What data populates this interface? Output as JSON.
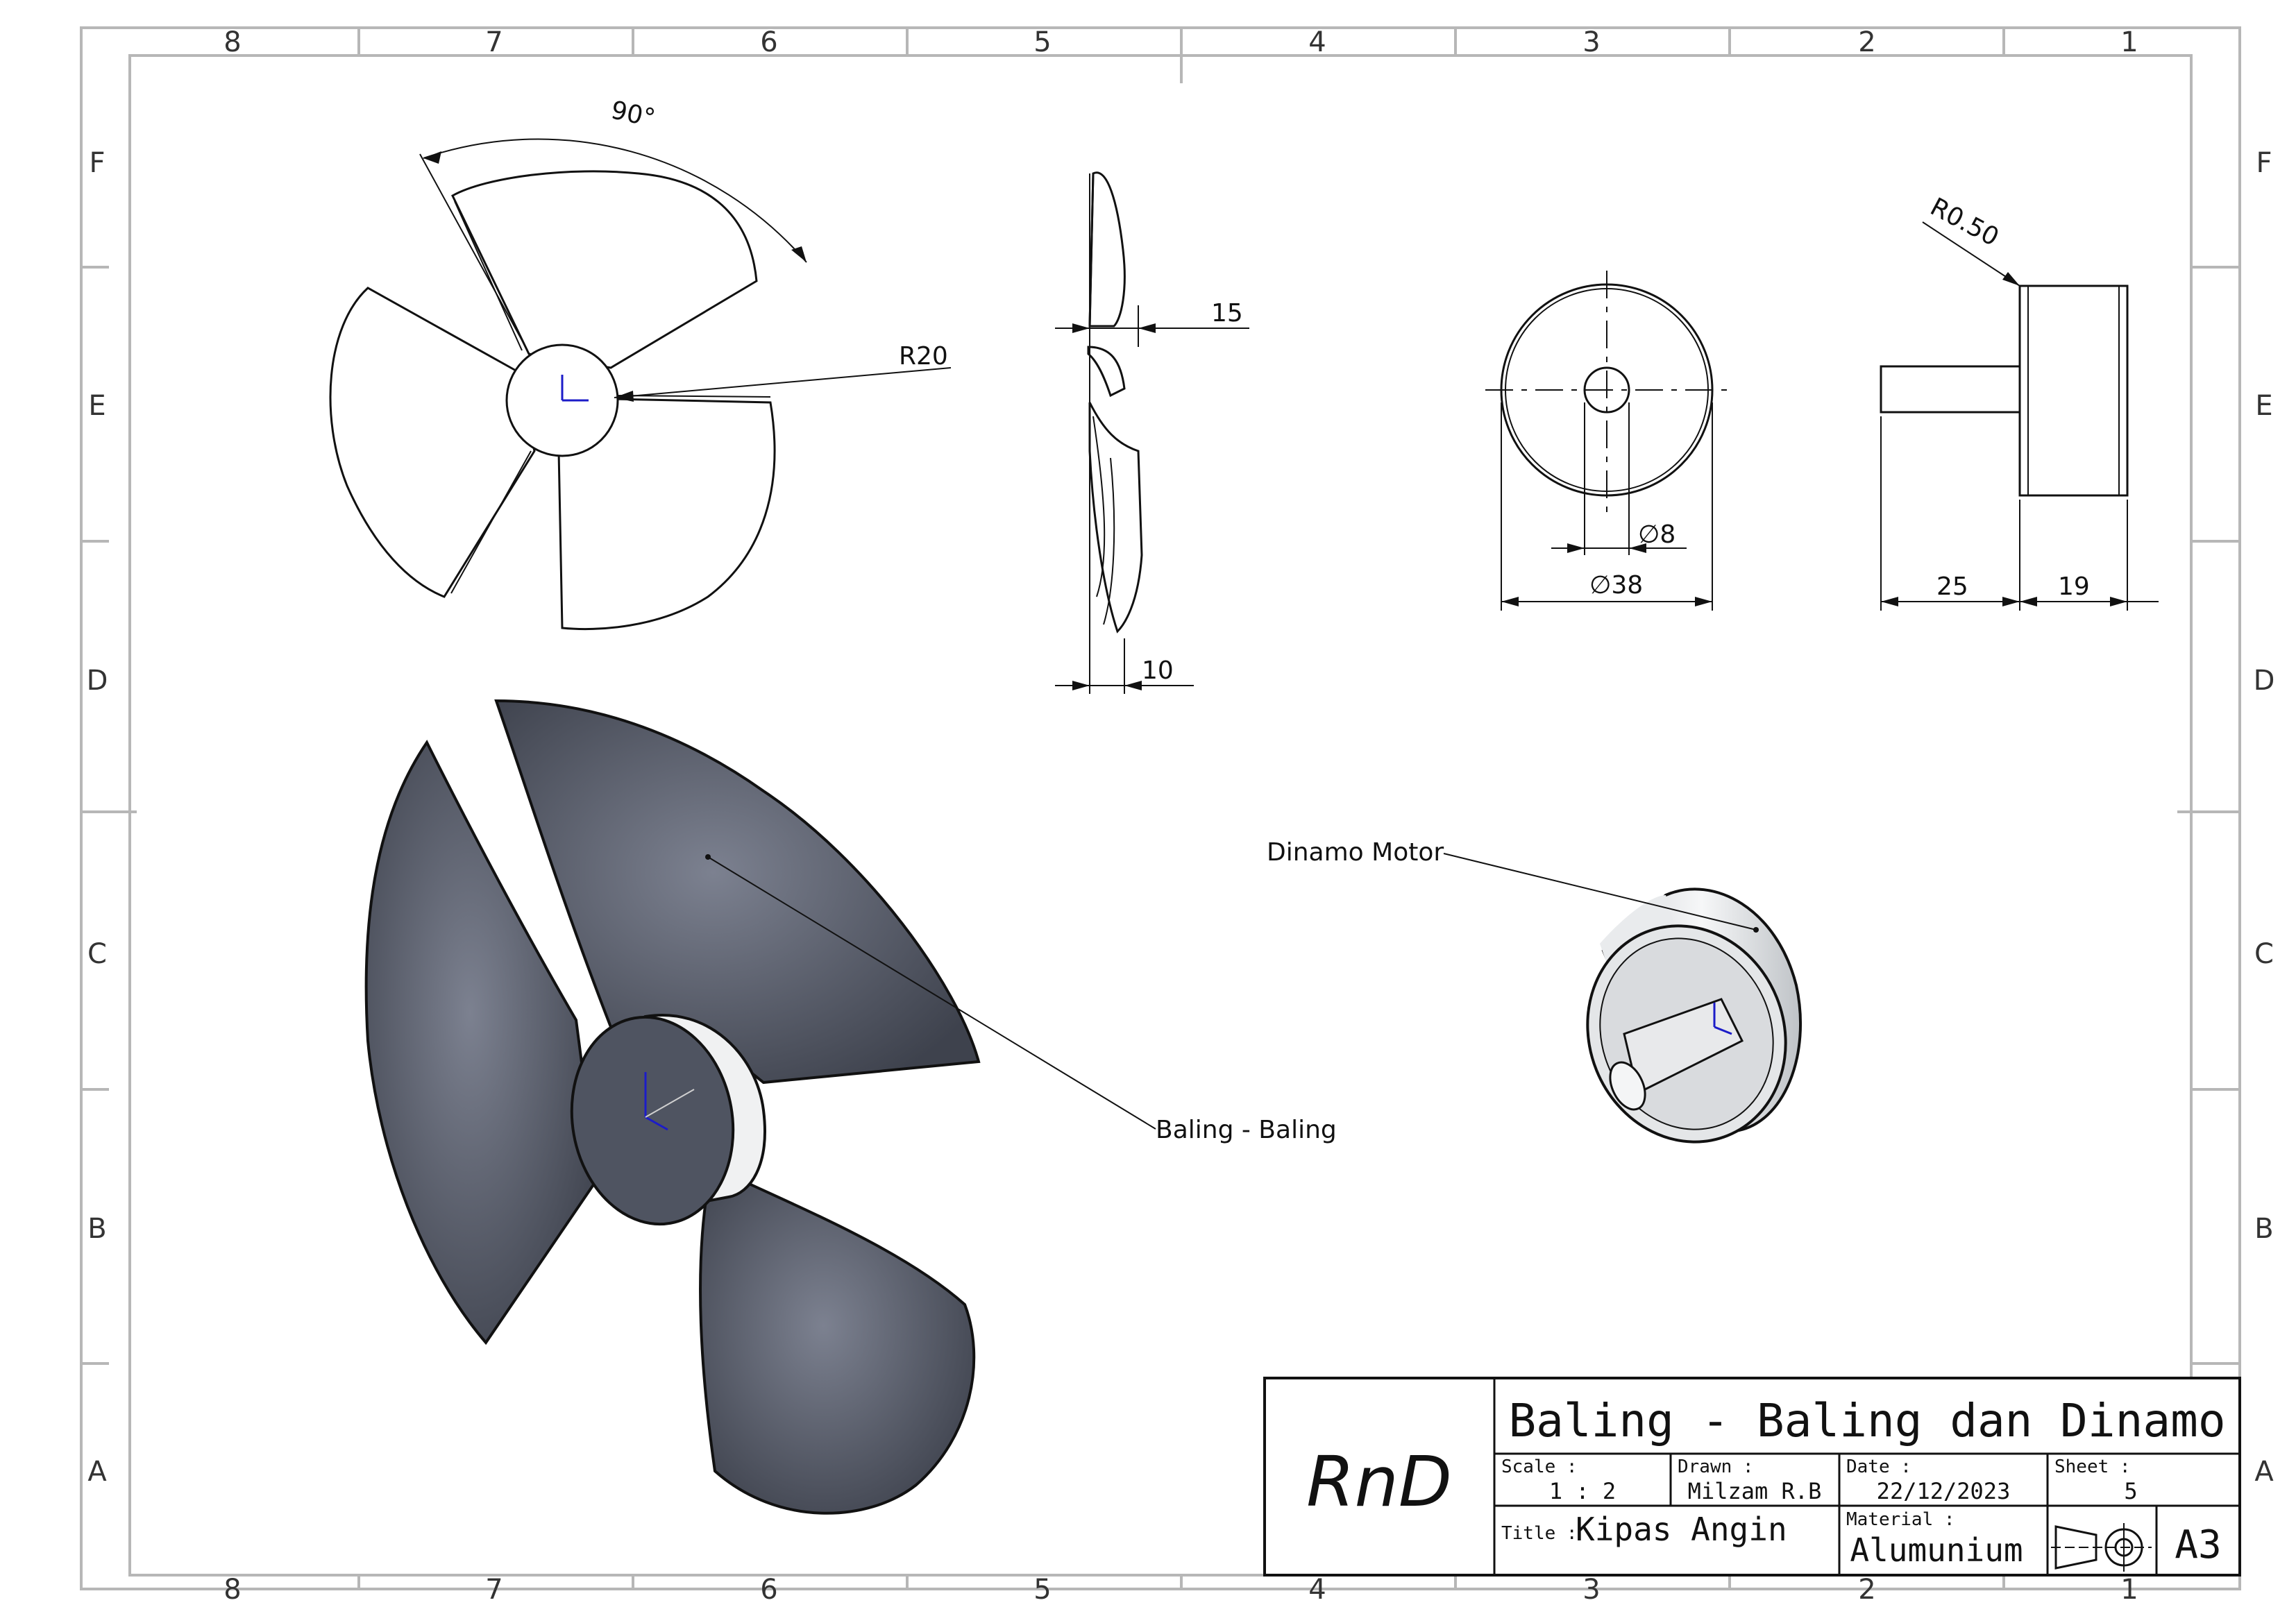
{
  "border": {
    "columns": [
      "8",
      "7",
      "6",
      "5",
      "4",
      "3",
      "2",
      "1"
    ],
    "rows": [
      "F",
      "E",
      "D",
      "C",
      "B",
      "A"
    ]
  },
  "views": {
    "front_view": {
      "angle_dim": "90°",
      "radius_dim": "R20"
    },
    "side_view": {
      "thickness_top": "15",
      "thickness_bottom": "10"
    },
    "motor_front_view": {
      "inner_diameter": "8",
      "outer_diameter": "38",
      "diameter_symbol": "∅"
    },
    "motor_side_view": {
      "fillet": "R0.50",
      "shaft_length": "25",
      "body_length": "19"
    }
  },
  "labels": {
    "motor": "Dinamo Motor",
    "propeller": "Baling - Baling"
  },
  "title_block": {
    "company": "RnD",
    "drawing_title": "Baling - Baling dan Dinamo",
    "scale_label": "Scale :",
    "scale_value": "1 : 2",
    "drawn_label": "Drawn :",
    "drawn_value": "Milzam R.B",
    "date_label": "Date :",
    "date_value": "22/12/2023",
    "sheet_label": "Sheet :",
    "sheet_value": "5",
    "title_label": "Title :",
    "title_value": "Kipas Angin",
    "material_label": "Material :",
    "material_value": "Alumunium",
    "paper_size": "A3"
  },
  "colors": {
    "blade": "#4a4f5c",
    "motor_body": "#e4e6e8",
    "axis": "#1c1cc8"
  }
}
